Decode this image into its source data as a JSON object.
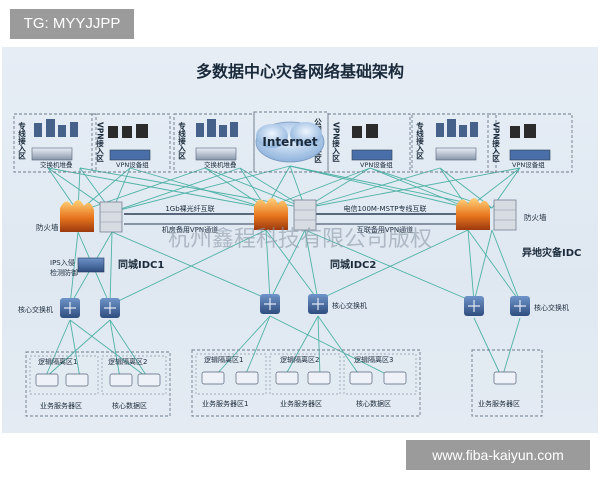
{
  "badges": {
    "tg": "TG: MYYJJPP",
    "url": "www.fiba-kaiyun.com"
  },
  "title": "多数据中心灾备网络基础架构",
  "watermark": "杭州鑫程科技有限公司版权",
  "internet": "Internet",
  "zones": {
    "dedicated_access_vertical": "专线接入区",
    "vpn_access_vertical": "VPN接入区",
    "public_service_vertical": "公网非信任区",
    "access_switch": "交换机堆叠",
    "vpn_device": "VPN设备组",
    "vpn_device_right": "VPN设备组"
  },
  "labels": {
    "firewall_left": "防火墙",
    "firewall_right": "防火墙",
    "link_1gb": "1Gb裸光纤互联",
    "link_vpn_left": "机房备用VPN通道",
    "link_mstp": "电信100M-MSTP专线互联",
    "link_vpn_right": "互联备用VPN通道",
    "ips": "IPS入侵\n检测防御",
    "ips_line1": "IPS入侵",
    "ips_line2": "检测防御",
    "core_switch_1": "核心交换机",
    "core_switch_2": "核心交换机",
    "core_switch_3": "核心交换机",
    "idc1": "同城IDC1",
    "idc2": "同城IDC2",
    "idc3": "异地灾备IDC"
  },
  "bottom": {
    "iso1": "逻辑隔离区1",
    "iso2": "逻辑隔离区2",
    "iso1b": "逻辑隔离区1",
    "iso2b": "逻辑隔离区2",
    "iso3": "逻辑隔离区3",
    "biz1": "业务服务器区",
    "core_data_1": "核心数据区",
    "biz1b": "业务服务器区1",
    "biz2b": "业务服务器区",
    "core_data_2": "核心数据区",
    "biz3": "业务服务器区"
  },
  "colors": {
    "link_green": "#4fb2a6",
    "link_dark": "#2a3d52",
    "firewall_orange": "#e8761e",
    "device_blue": "#4a6fa8",
    "dashed": "#6c7b8c"
  }
}
